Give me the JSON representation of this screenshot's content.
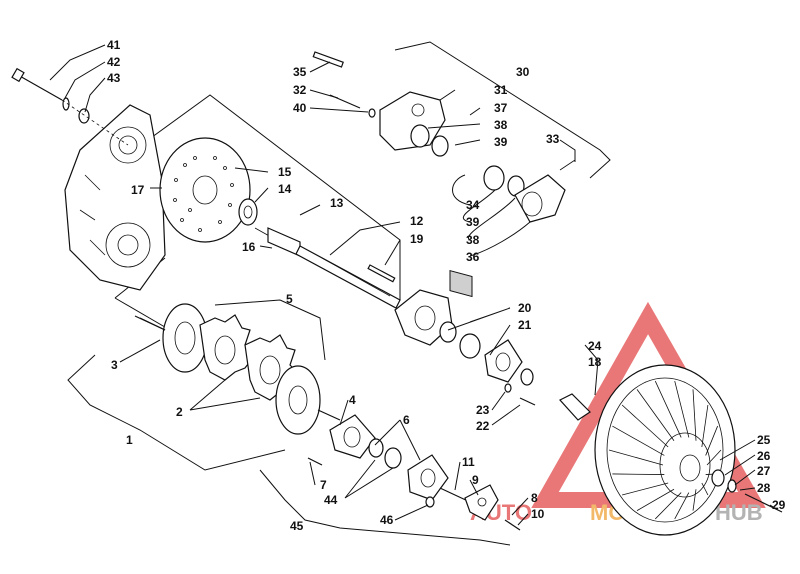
{
  "callouts": [
    {
      "id": "n41",
      "text": "41"
    },
    {
      "id": "n42",
      "text": "42"
    },
    {
      "id": "n43",
      "text": "43"
    },
    {
      "id": "n35",
      "text": "35"
    },
    {
      "id": "n32",
      "text": "32"
    },
    {
      "id": "n40",
      "text": "40"
    },
    {
      "id": "n30",
      "text": "30"
    },
    {
      "id": "n31",
      "text": "31"
    },
    {
      "id": "n37",
      "text": "37"
    },
    {
      "id": "n38a",
      "text": "38"
    },
    {
      "id": "n39a",
      "text": "39"
    },
    {
      "id": "n33",
      "text": "33"
    },
    {
      "id": "n15",
      "text": "15"
    },
    {
      "id": "n14",
      "text": "14"
    },
    {
      "id": "n17",
      "text": "17"
    },
    {
      "id": "n13",
      "text": "13"
    },
    {
      "id": "n16",
      "text": "16"
    },
    {
      "id": "n12",
      "text": "12"
    },
    {
      "id": "n19",
      "text": "19"
    },
    {
      "id": "n34",
      "text": "34"
    },
    {
      "id": "n39b",
      "text": "39"
    },
    {
      "id": "n38b",
      "text": "38"
    },
    {
      "id": "n36",
      "text": "36"
    },
    {
      "id": "n5",
      "text": "5"
    },
    {
      "id": "n20",
      "text": "20"
    },
    {
      "id": "n21",
      "text": "21"
    },
    {
      "id": "n3",
      "text": "3"
    },
    {
      "id": "n24",
      "text": "24"
    },
    {
      "id": "n18",
      "text": "18"
    },
    {
      "id": "n2",
      "text": "2"
    },
    {
      "id": "n4",
      "text": "4"
    },
    {
      "id": "n23",
      "text": "23"
    },
    {
      "id": "n22",
      "text": "22"
    },
    {
      "id": "n1",
      "text": "1"
    },
    {
      "id": "n6",
      "text": "6"
    },
    {
      "id": "n11",
      "text": "11"
    },
    {
      "id": "n9",
      "text": "9"
    },
    {
      "id": "n7",
      "text": "7"
    },
    {
      "id": "n44",
      "text": "44"
    },
    {
      "id": "n25",
      "text": "25"
    },
    {
      "id": "n26",
      "text": "26"
    },
    {
      "id": "n27",
      "text": "27"
    },
    {
      "id": "n28",
      "text": "28"
    },
    {
      "id": "n29",
      "text": "29"
    },
    {
      "id": "n8",
      "text": "8"
    },
    {
      "id": "n10",
      "text": "10"
    },
    {
      "id": "n45",
      "text": "45"
    },
    {
      "id": "n46",
      "text": "46"
    }
  ],
  "watermark": {
    "part1": "AUTO",
    "part2": "MOTO",
    "part3": "HUB"
  },
  "colors": {
    "ink": "#111111",
    "watermark_red": "#e24a4a",
    "watermark_orange": "#f0a23a",
    "watermark_gray": "#9a9a9a"
  }
}
